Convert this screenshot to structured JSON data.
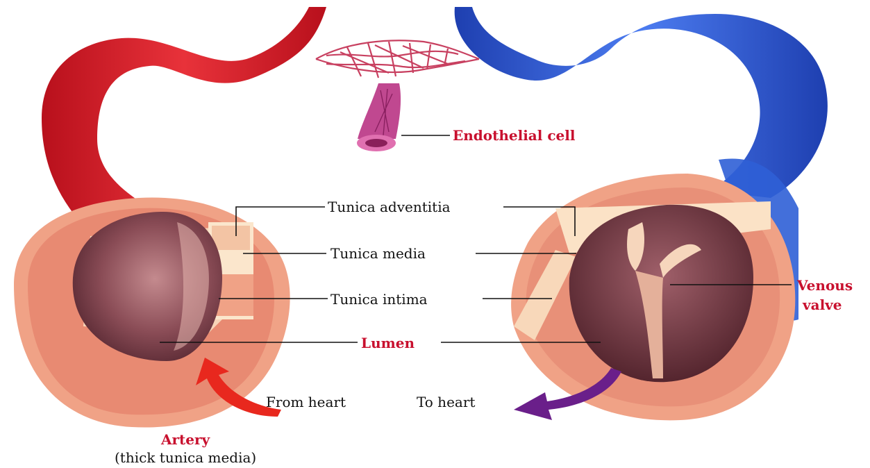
{
  "labels": {
    "endothelial_cell": "Endothelial cell",
    "tunica_adventitia": "Tunica adventitia",
    "tunica_media": "Tunica media",
    "tunica_intima": "Tunica intima",
    "lumen": "Lumen",
    "venous_valve_line1": "Venous",
    "venous_valve_line2": "valve",
    "from_heart": "From heart",
    "to_heart": "To heart",
    "artery": "Artery",
    "artery_note": "(thick tunica media)"
  },
  "colors": {
    "label_red": "#c8102e",
    "artery_red": "#d8202c",
    "vein_blue": "#2f5fd6",
    "capillary": "#d0406e",
    "wall_outer": "#f2a383",
    "wall_cream": "#f8dcc0",
    "lumen_dark": "#6e3a45",
    "flow_arrow_red": "#e8281e",
    "flow_arrow_purple": "#6a1f8a"
  }
}
